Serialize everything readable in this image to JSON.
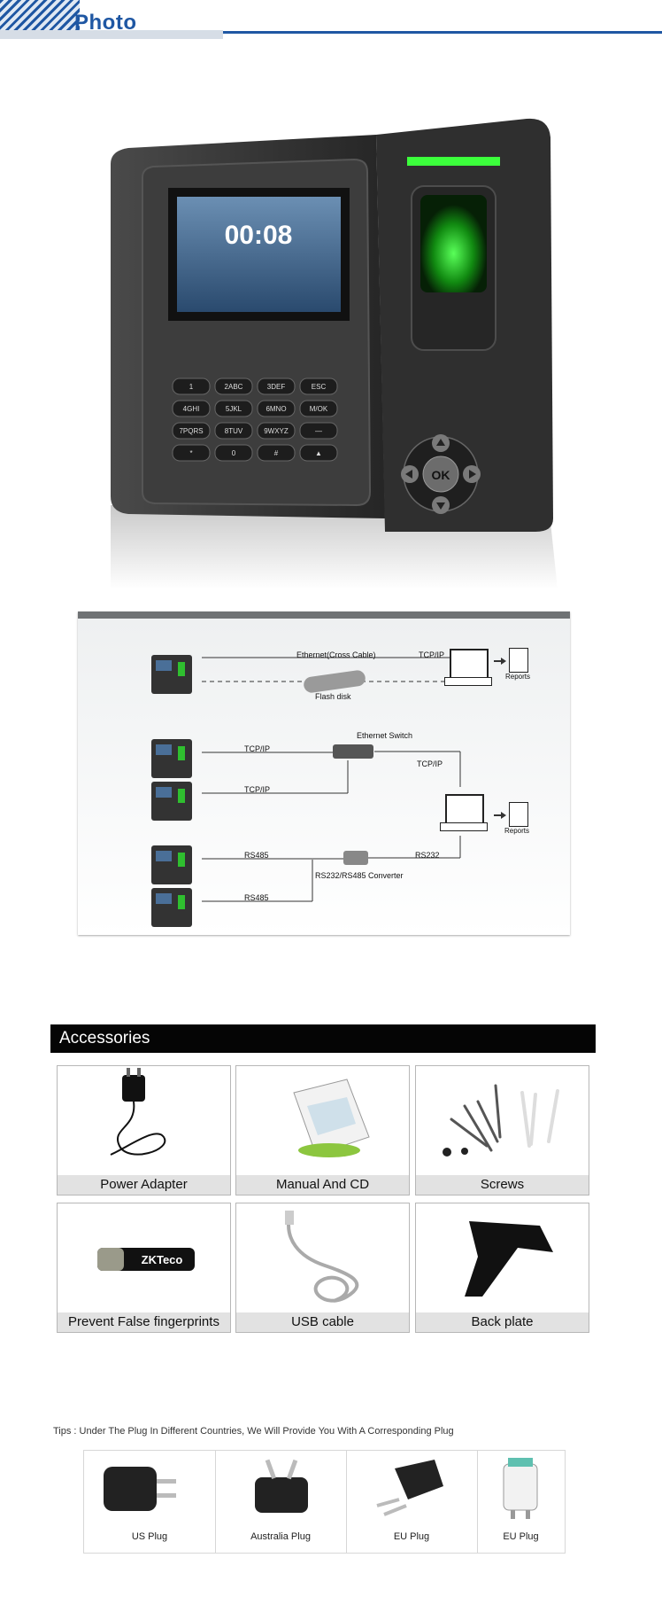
{
  "header": {
    "title": "Photo"
  },
  "device": {
    "screen_time": "00:08",
    "keypad": [
      [
        "1",
        "2ABC",
        "3DEF",
        "ESC"
      ],
      [
        "4GHI",
        "5JKL",
        "6MNO",
        "M/OK"
      ],
      [
        "7PQRS",
        "8TUV",
        "9WXYZ",
        "—"
      ],
      [
        "*",
        "0",
        "#",
        "▲"
      ]
    ],
    "ok_label": "OK"
  },
  "diagram": {
    "ethernet_cross": "Ethernet(Cross Cable)",
    "tcpip_a": "TCP/IP",
    "flash_disk": "Flash disk",
    "reports_a": "Reports",
    "ethernet_switch": "Ethernet Switch",
    "tcpip_b": "TCP/IP",
    "tcpip_c": "TCP/IP",
    "tcpip_d": "TCP/IP",
    "reports_b": "Reports",
    "rs485_a": "RS485",
    "rs485_b": "RS485",
    "rs232": "RS232",
    "converter": "RS232/RS485 Converter"
  },
  "accessories": {
    "title": "Accessories",
    "items": [
      {
        "label": "Power Adapter"
      },
      {
        "label": "Manual And CD"
      },
      {
        "label": "Screws"
      },
      {
        "label": "Prevent False fingerprints"
      },
      {
        "label": "USB cable"
      },
      {
        "label": "Back plate"
      }
    ],
    "usb_brand": "ZKTeco"
  },
  "tips": {
    "text": "Tips : Under The Plug In Different Countries, We Will Provide You With A Corresponding Plug",
    "plugs": [
      {
        "label": "US Plug"
      },
      {
        "label": "Australia Plug"
      },
      {
        "label": "EU Plug"
      },
      {
        "label": "EU Plug"
      }
    ]
  },
  "colors": {
    "accent": "#1f57a3",
    "bar": "#050505",
    "device_body": "#3a3a3a",
    "led_green": "#3cff3c"
  }
}
